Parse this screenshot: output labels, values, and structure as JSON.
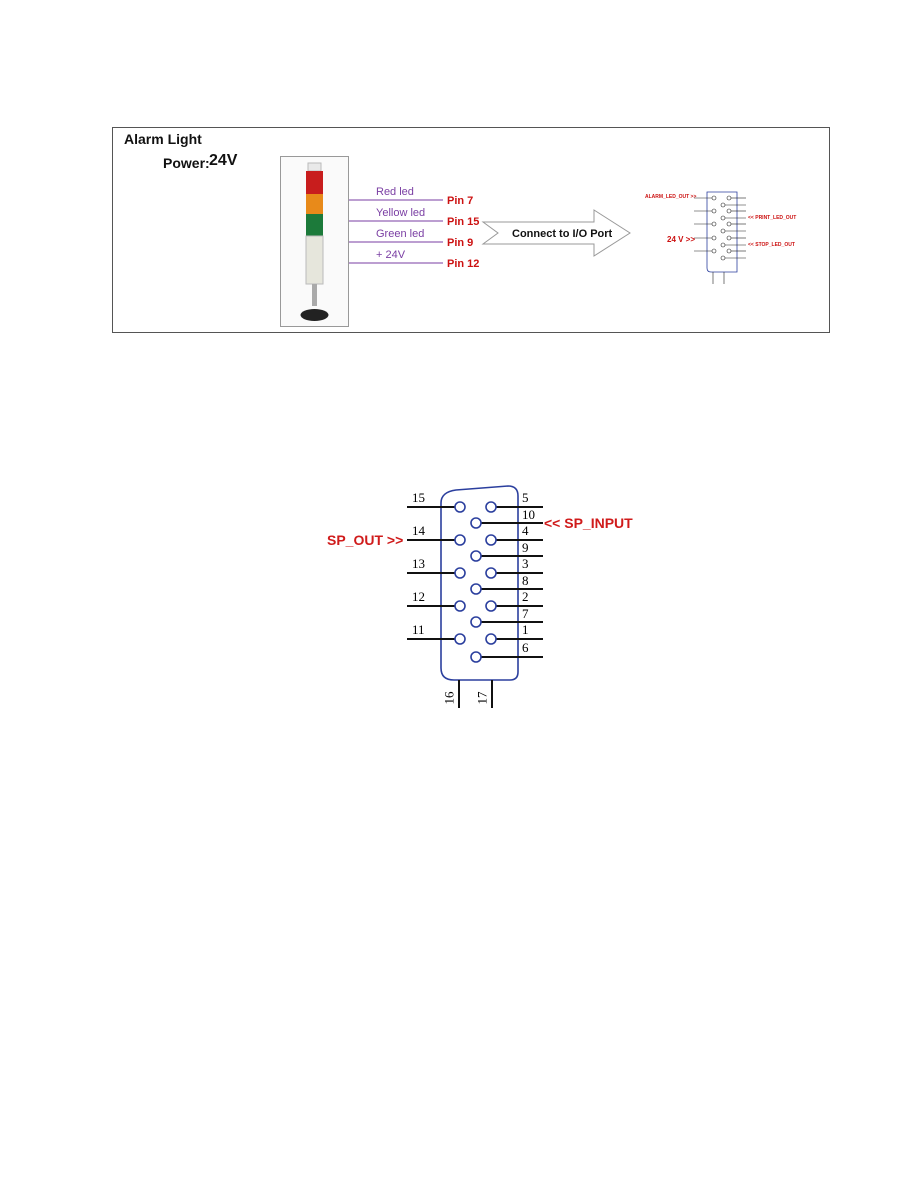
{
  "alarm_panel": {
    "title": "Alarm Light",
    "power_label": "Power:",
    "power_value": "24V",
    "wires": [
      {
        "label": "Red led",
        "pin": "Pin 7"
      },
      {
        "label": "Yellow led",
        "pin": "Pin 15"
      },
      {
        "label": "Green led",
        "pin": "Pin 9"
      },
      {
        "label": "+ 24V",
        "pin": "Pin 12"
      }
    ],
    "arrow_label": "Connect to I/O Port",
    "mini_connector": {
      "alarm": "ALARM_LED_OUT >>",
      "print": "<< PRINT_LED_OUT",
      "volt": "24 V >>",
      "stop": "<< STOP_LED_OUT"
    }
  },
  "connector": {
    "left_pins": [
      "15",
      "14",
      "13",
      "12",
      "11"
    ],
    "right_pins": [
      "5",
      "10",
      "4",
      "9",
      "3",
      "8",
      "2",
      "7",
      "1",
      "6"
    ],
    "bottom_pins": [
      "16",
      "17"
    ],
    "sp_out": "SP_OUT >>",
    "sp_input": "<< SP_INPUT"
  },
  "colors": {
    "purple_wire": "#7a3ea3",
    "red_label": "#cc1111",
    "connector_blue": "#2b3f9e"
  }
}
